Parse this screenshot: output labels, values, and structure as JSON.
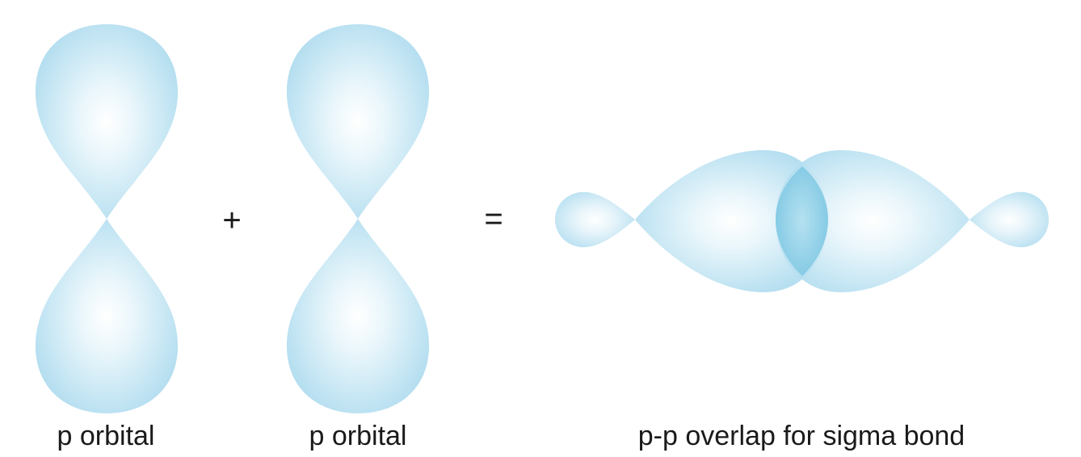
{
  "labels": {
    "orbital_left": "p orbital",
    "orbital_right": "p orbital",
    "overlap": "p-p overlap for sigma bond"
  },
  "operators": {
    "plus": "+",
    "equals": "="
  },
  "colors": {
    "lobe_fill": "#b8e0f1",
    "lobe_highlight": "#ffffff",
    "overlap_fill": "#7ec8e3",
    "text": "#1a1a1a"
  }
}
